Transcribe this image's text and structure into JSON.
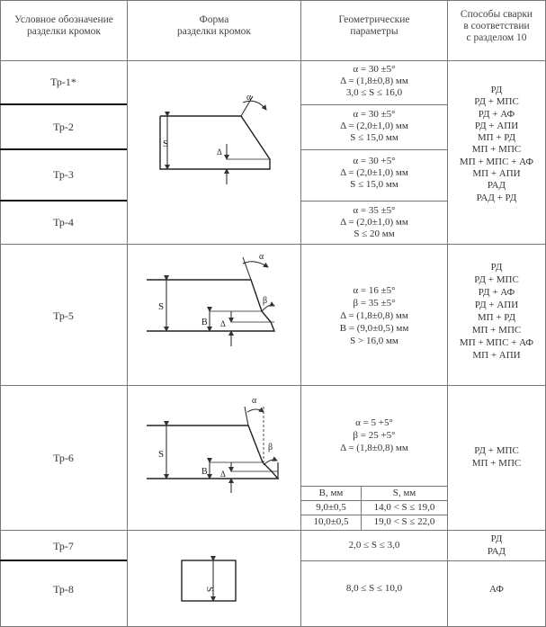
{
  "header": {
    "col1": [
      "Условное обозначение",
      "разделки кромок"
    ],
    "col2": [
      "Форма",
      "разделки кромок"
    ],
    "col3": [
      "Геометрические",
      "параметры"
    ],
    "col4": [
      "Способы сварки",
      "в соответствии",
      "с разделом 10"
    ]
  },
  "rows": {
    "tp1": {
      "code": "Тр-1*",
      "params": [
        "α = 30 ±5°",
        "Δ = (1,8±0,8) мм",
        "3,0 ≤ S ≤ 16,0"
      ]
    },
    "tp2": {
      "code": "Тр-2",
      "params": [
        "α = 30 ±5°",
        "Δ = (2,0±1,0) мм",
        "S ≤ 15,0 мм"
      ]
    },
    "tp3": {
      "code": "Тр-3",
      "params": [
        "α = 30 +5°",
        "Δ = (2,0±1,0) мм",
        "S ≤ 15,0 мм"
      ]
    },
    "tp4": {
      "code": "Тр-4",
      "params": [
        "α = 35 ±5°",
        "Δ = (2,0±1,0) мм",
        "S ≤ 20 мм"
      ]
    },
    "tp1_4_methods": [
      "РД",
      "РД + МПС",
      "РД + АФ",
      "РД + АПИ",
      "МП + РД",
      "МП + МПС",
      "МП + МПС + АФ",
      "МП + АПИ",
      "РАД",
      "РАД + РД"
    ],
    "tp5": {
      "code": "Тр-5",
      "params": [
        "α = 16 ±5°",
        "β = 35 ±5°",
        "Δ = (1,8±0,8) мм",
        "B = (9,0±0,5) мм",
        "S > 16,0 мм"
      ],
      "methods": [
        "РД",
        "РД + МПС",
        "РД + АФ",
        "РД + АПИ",
        "МП + РД",
        "МП + МПС",
        "МП + МПС + АФ",
        "МП + АПИ"
      ]
    },
    "tp6": {
      "code": "Тр-6",
      "params": [
        "α = 5 +5°",
        "β = 25 +5°",
        "Δ = (1,8±0,8) мм"
      ],
      "subtable": {
        "headers": [
          "B, мм",
          "S, мм"
        ],
        "rows": [
          [
            "9,0±0,5",
            "14,0 < S ≤ 19,0"
          ],
          [
            "10,0±0,5",
            "19,0 < S ≤ 22,0"
          ]
        ]
      },
      "methods": [
        "РД + МПС",
        "МП + МПС"
      ]
    },
    "tp7": {
      "code": "Тр-7",
      "params": "2,0 ≤ S ≤ 3,0",
      "methods": [
        "РД",
        "РАД"
      ]
    },
    "tp8": {
      "code": "Тр-8",
      "params": "8,0 ≤ S ≤ 10,0",
      "methods": [
        "АФ"
      ]
    }
  },
  "labels": {
    "S": "S",
    "alpha": "α",
    "beta": "β",
    "delta": "Δ",
    "B": "B"
  }
}
